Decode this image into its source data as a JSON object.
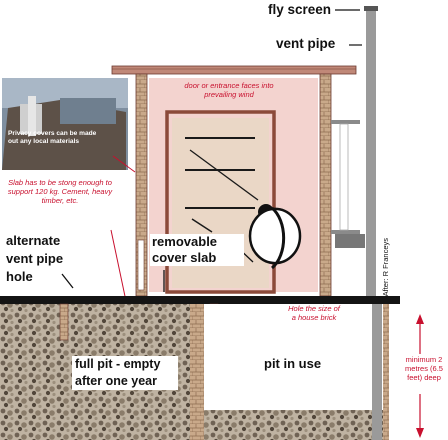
{
  "labels": {
    "fly_screen": "fly screen",
    "vent_pipe": "vent pipe",
    "door": "door or entrance faces into prevailing wind",
    "privacy": "Privacy covers can be made out any local materials",
    "slab": "Slab has to be stong enough to support 120 kg. Cement, heavy timber, etc.",
    "alt_vent": "alternate vent pipe hole",
    "removable": "removable cover slab",
    "hole": "Hole the size of a house brick",
    "minimum": "minimum 2 metres (6.5 feet) deep",
    "full_pit": "full pit - empty after one year",
    "pit_in_use": "pit in use",
    "credit": "After: R Franceys"
  },
  "colors": {
    "label_red": "#c8102e",
    "text": "#111111",
    "pipe": "#9a9a9a",
    "wall_pink": "#f3d3cf",
    "wood_brown": "#8b4a3a",
    "slab_black": "#141414",
    "rubble": "#6a5a4a"
  }
}
